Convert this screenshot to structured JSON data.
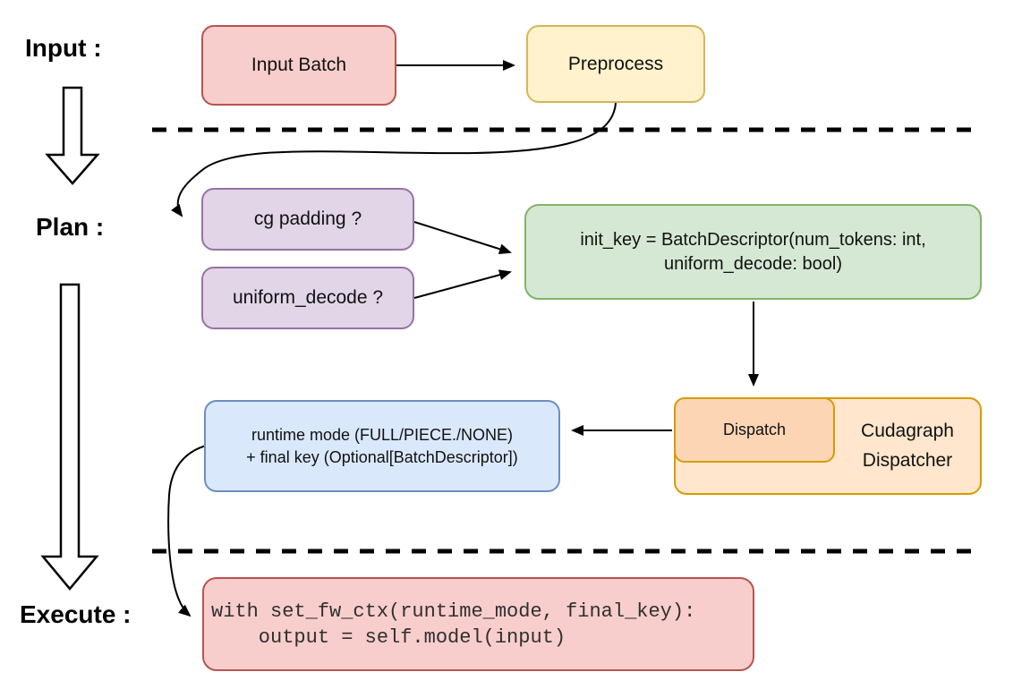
{
  "section_labels": {
    "input": "Input :",
    "plan": "Plan :",
    "execute": "Execute :"
  },
  "nodes": {
    "input_batch": {
      "label": "Input Batch",
      "fill": "#f8cecc",
      "border": "#b85450"
    },
    "preprocess": {
      "label": "Preprocess",
      "fill": "#fff2cc",
      "border": "#d6b656"
    },
    "cg_padding": {
      "label": "cg padding ?",
      "fill": "#e1d5e7",
      "border": "#9673a6"
    },
    "uniform_decode": {
      "label": "uniform_decode ?",
      "fill": "#e1d5e7",
      "border": "#9673a6"
    },
    "init_key": {
      "lines": [
        "init_key = BatchDescriptor(num_tokens: int,",
        "uniform_decode: bool)"
      ],
      "fill": "#d5e8d4",
      "border": "#82b366"
    },
    "dispatch": {
      "label": "Dispatch",
      "fill": "#fcd5b5",
      "border": "#d79b00"
    },
    "cudagraph_dispatcher": {
      "lines": [
        "Cudagraph",
        "Dispatcher"
      ],
      "fill": "#ffe6cc",
      "border": "#d79b00"
    },
    "runtime_mode": {
      "lines": [
        "runtime mode (FULL/PIECE./NONE)",
        "+ final key (Optional[BatchDescriptor])"
      ],
      "fill": "#dae8fc",
      "border": "#6c8ebf"
    },
    "execute_code": {
      "lines": [
        "with set_fw_ctx(runtime_mode, final_key):",
        "    output = self.model(input)"
      ],
      "fill": "#f8cecc",
      "border": "#b85450"
    }
  },
  "connector_color": "#000000"
}
